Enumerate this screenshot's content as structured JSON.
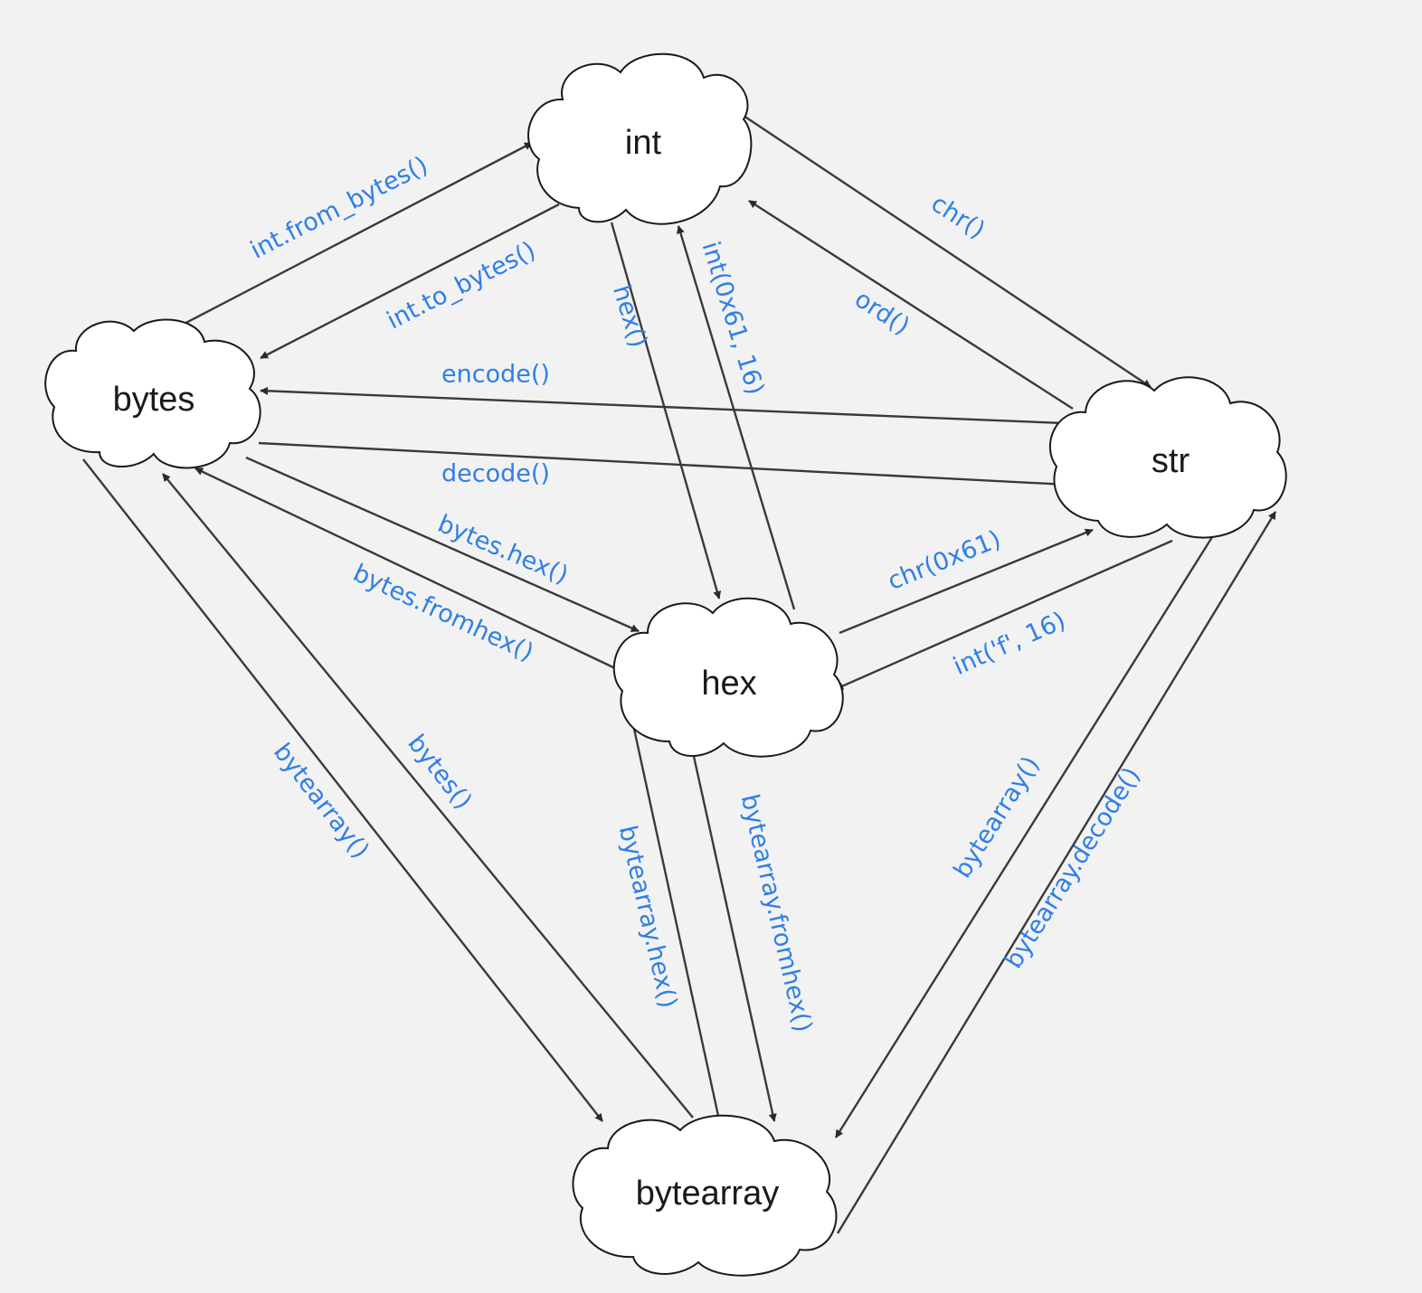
{
  "nodes": [
    {
      "id": "int",
      "label": "int"
    },
    {
      "id": "bytes",
      "label": "bytes"
    },
    {
      "id": "str",
      "label": "str"
    },
    {
      "id": "hex",
      "label": "hex"
    },
    {
      "id": "bytearray",
      "label": "bytearray"
    }
  ],
  "edges": [
    {
      "from": "bytes",
      "to": "int",
      "label": "int.from_bytes()"
    },
    {
      "from": "int",
      "to": "bytes",
      "label": "int.to_bytes()"
    },
    {
      "from": "int",
      "to": "str",
      "label": "chr()"
    },
    {
      "from": "str",
      "to": "int",
      "label": "ord()"
    },
    {
      "from": "int",
      "to": "hex",
      "label": "hex()"
    },
    {
      "from": "hex",
      "to": "int",
      "label": "int(0x61, 16)"
    },
    {
      "from": "str",
      "to": "bytes",
      "label": "encode()"
    },
    {
      "from": "bytes",
      "to": "str",
      "label": "decode()"
    },
    {
      "from": "bytes",
      "to": "hex",
      "label": "bytes.hex()"
    },
    {
      "from": "hex",
      "to": "bytes",
      "label": "bytes.fromhex()"
    },
    {
      "from": "hex",
      "to": "str",
      "label": "chr(0x61)"
    },
    {
      "from": "str",
      "to": "hex",
      "label": "int('f', 16)"
    },
    {
      "from": "bytes",
      "to": "bytearray",
      "label": "bytearray()"
    },
    {
      "from": "bytearray",
      "to": "bytes",
      "label": "bytes()"
    },
    {
      "from": "bytearray",
      "to": "hex",
      "label": "bytearray.hex()"
    },
    {
      "from": "hex",
      "to": "bytearray",
      "label": "bytearray.fromhex()"
    },
    {
      "from": "str",
      "to": "bytearray",
      "label": "bytearray()"
    },
    {
      "from": "bytearray",
      "to": "str",
      "label": "bytearray.decode()"
    }
  ]
}
